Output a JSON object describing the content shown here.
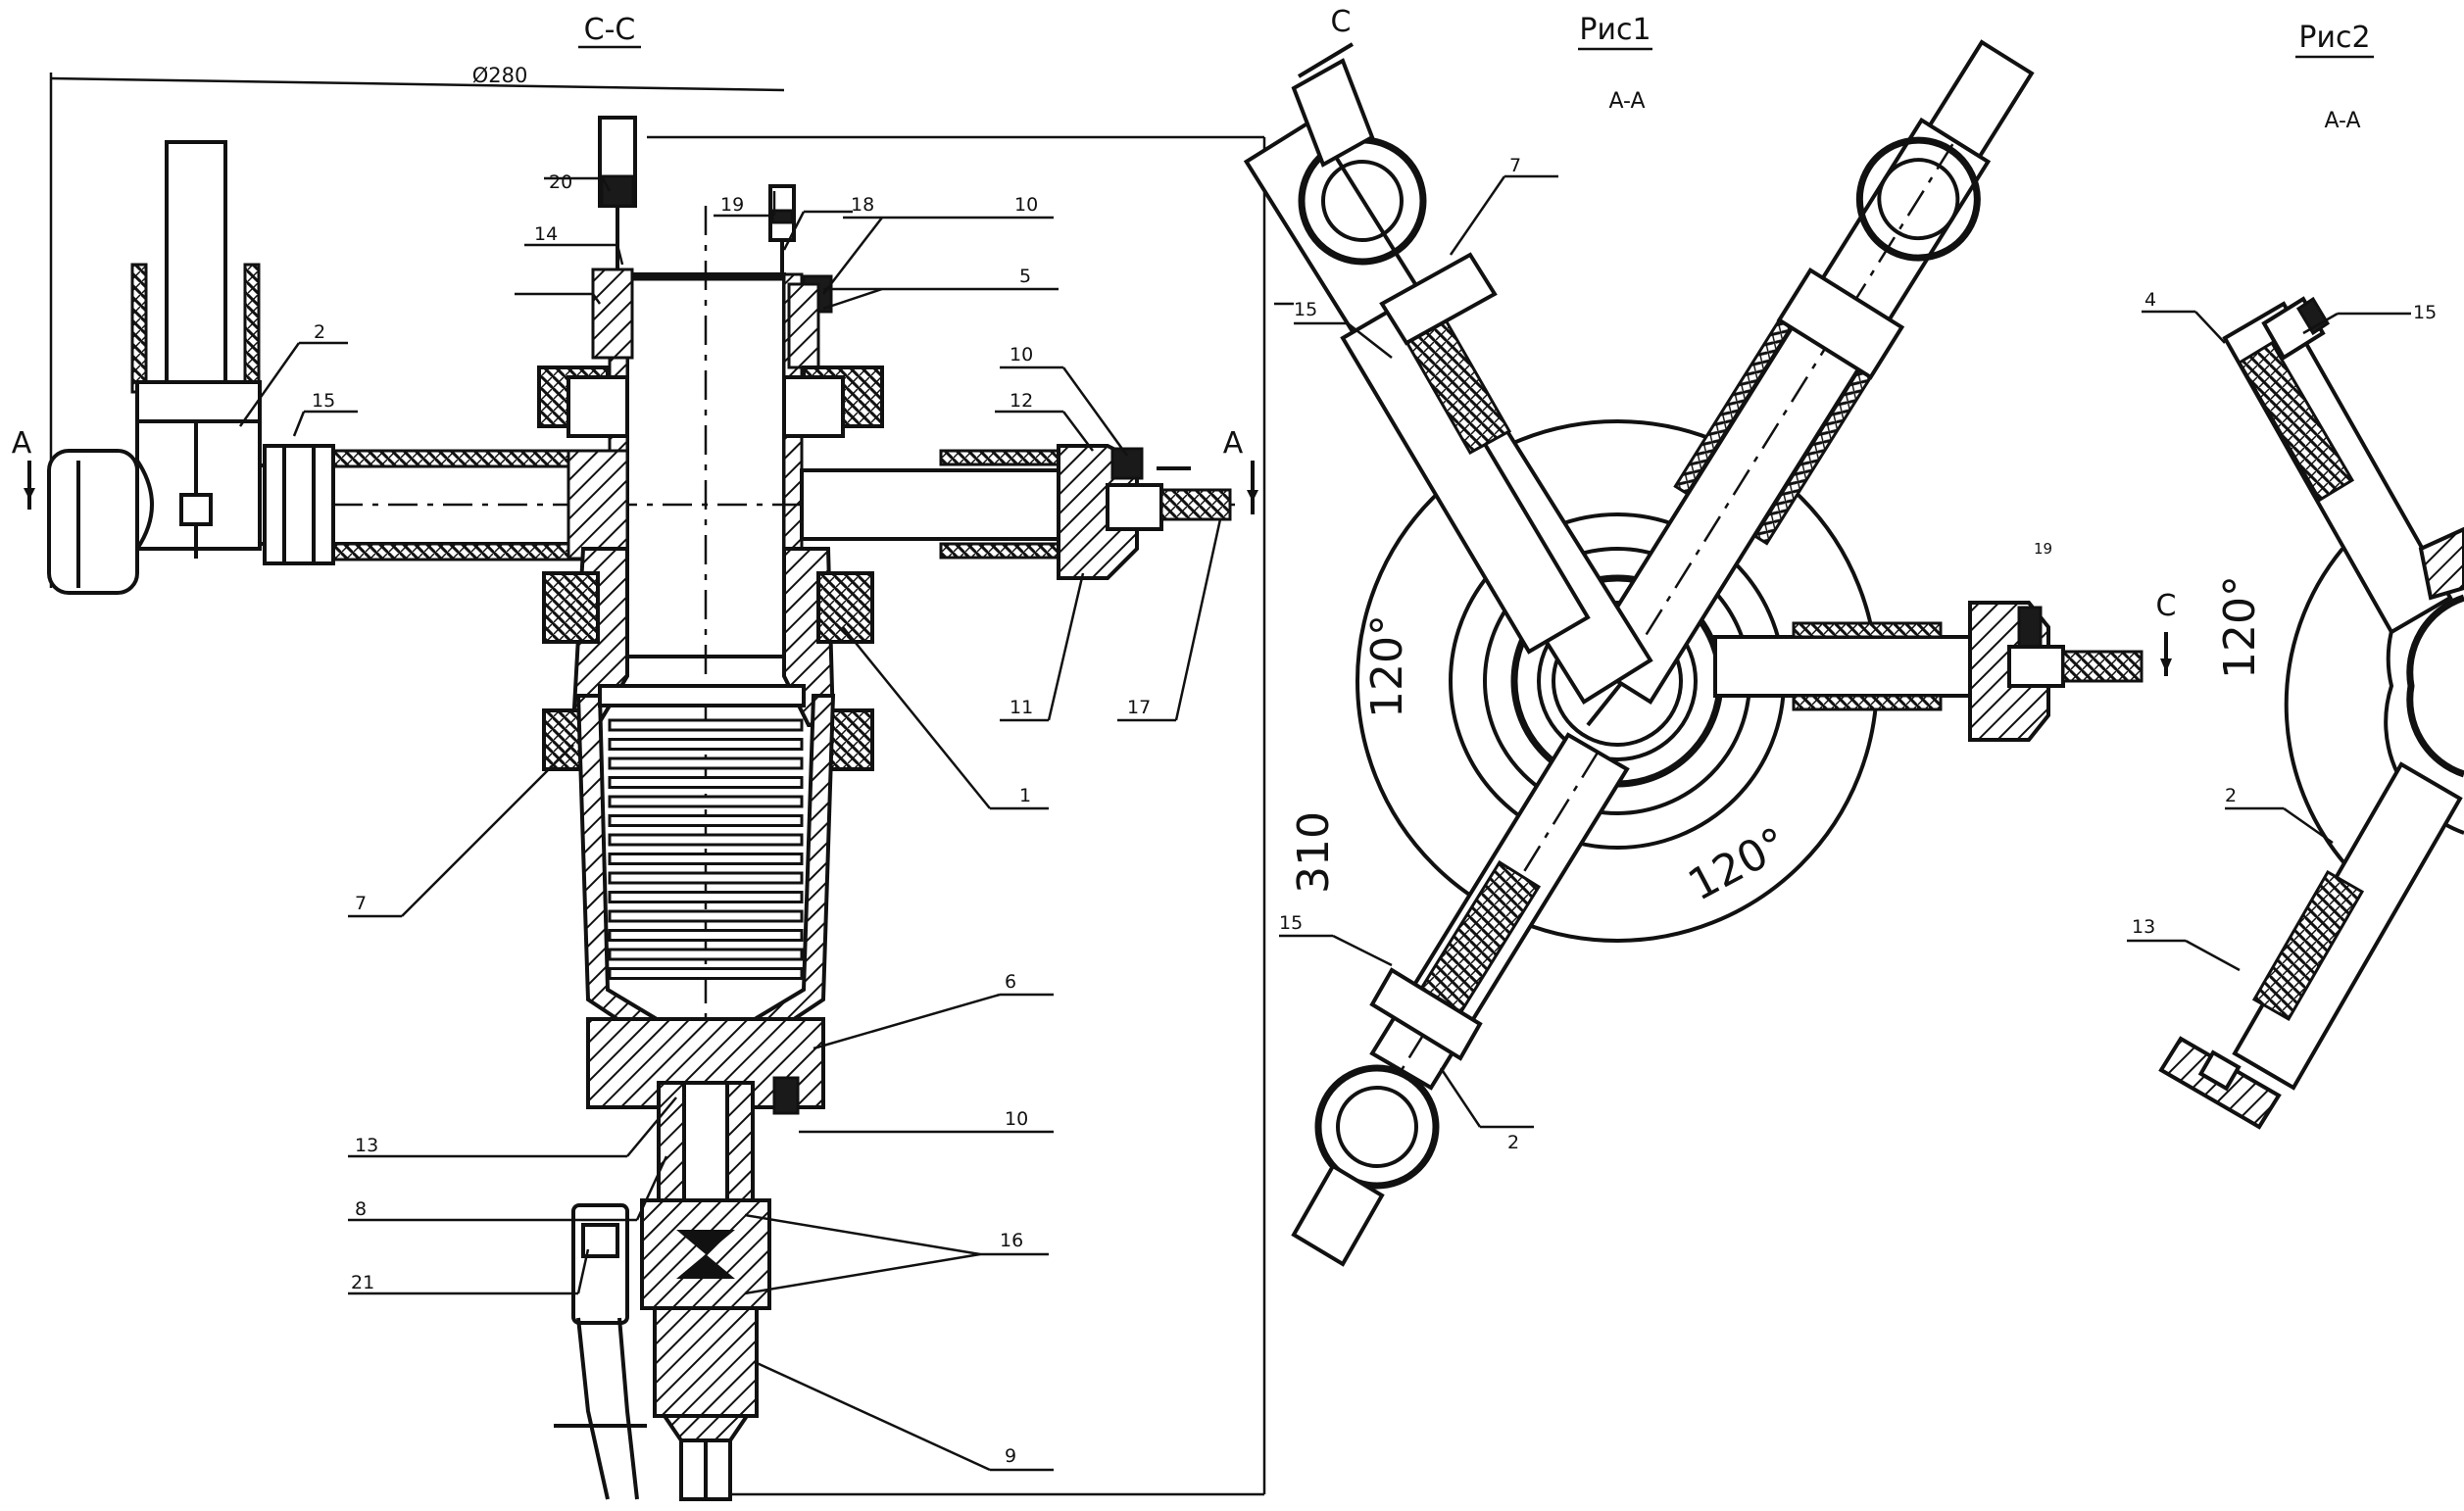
{
  "section_title": "C-C",
  "figure_1_title": "Рис1",
  "figure_1_section": "A-A",
  "figure_2_title": "Рис2",
  "figure_2_section": "A-A",
  "dimension_diameter": "Ø280",
  "dimension_height": "310",
  "angle_label": "120°",
  "section_marker_a": "A",
  "section_marker_c": "C",
  "callouts_main": [
    "20",
    "19",
    "18",
    "10",
    "14",
    "5",
    "2",
    "15",
    "10",
    "12",
    "11",
    "17",
    "1",
    "7",
    "6",
    "13",
    "10",
    "8",
    "21",
    "16",
    "9"
  ],
  "callouts_fig1": [
    "7",
    "15",
    "15",
    "2",
    "19"
  ],
  "callouts_fig2": [
    "4",
    "15",
    "2",
    "13"
  ]
}
